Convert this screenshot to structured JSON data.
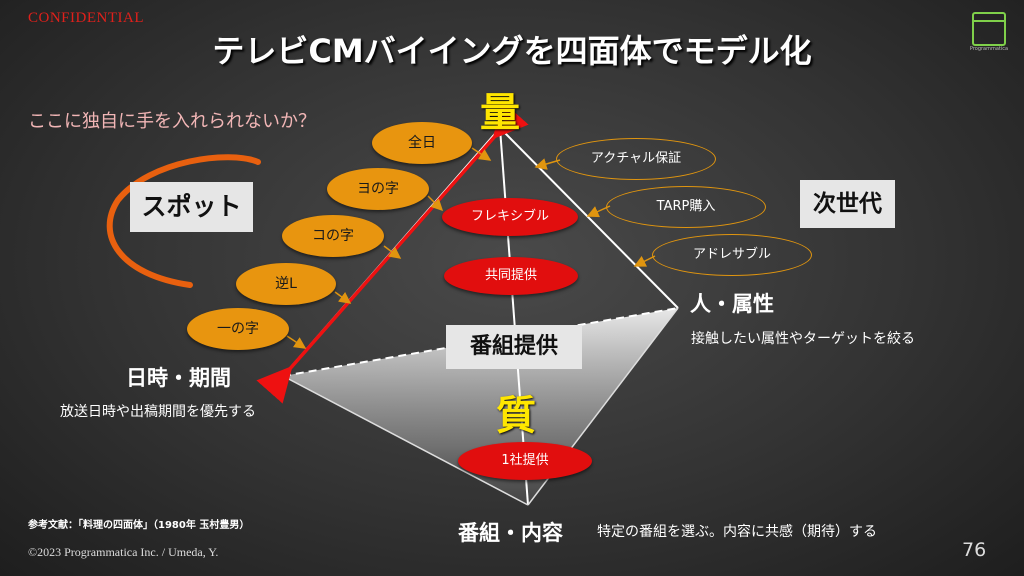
{
  "header": {
    "confidential": "CONFIDENTIAL",
    "title": "テレビCMバイイングを四面体でモデル化",
    "logo_text": "Programmatica"
  },
  "question": "ここに独自に手を入れられないか？",
  "labels": {
    "spot": "スポット",
    "next_gen": "次世代",
    "program_offer": "番組提供"
  },
  "vertices": {
    "quantity": "量",
    "quality": "質",
    "time": {
      "title": "日時・期間",
      "desc": "放送日時や出稿期間を優先する"
    },
    "people": {
      "title": "人・属性",
      "desc": "接触したい属性やターゲットを絞る"
    },
    "program": {
      "title": "番組・内容",
      "desc": "特定の番組を選ぶ。内容に共感（期待）する"
    }
  },
  "spot_types": [
    "全日",
    "ヨの字",
    "コの字",
    "逆L",
    "一の字"
  ],
  "red_options": [
    "フレキシブル",
    "共同提供",
    "1社提供"
  ],
  "next_gen_options": [
    "アクチャル保証",
    "TARP購入",
    "アドレサブル"
  ],
  "colors": {
    "orange": "#e8950f",
    "red": "#e10e0e",
    "yellow": "#ffe600",
    "confidential": "#e0201b"
  },
  "footer": {
    "reference": "参考文献：「料理の四面体」（1980年 玉村豊男）",
    "copyright": "©2023  Programmatica Inc. / Umeda, Y.",
    "page_number": "76"
  }
}
